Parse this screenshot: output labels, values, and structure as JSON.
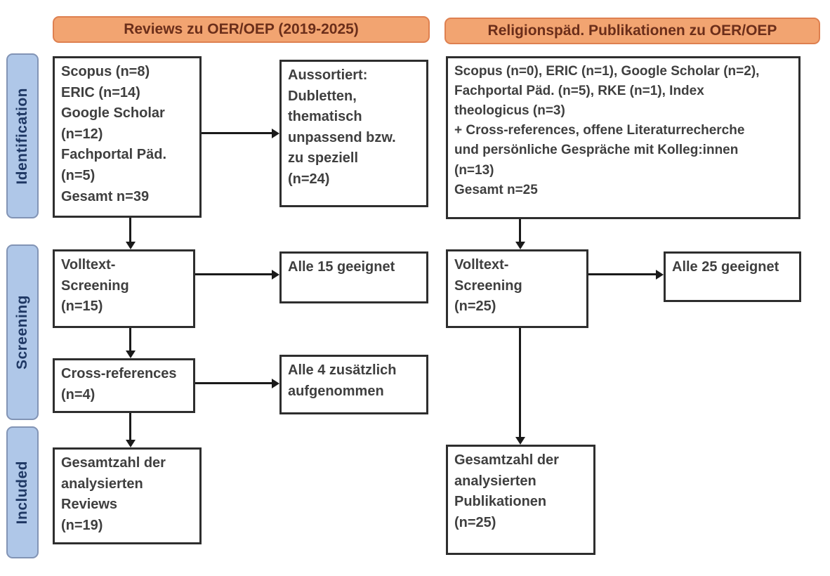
{
  "headers": {
    "left": "Reviews zu OER/OEP (2019-2025)",
    "right": "Religionspäd. Publikationen zu OER/OEP"
  },
  "sidebar": {
    "identification": "Identification",
    "screening": "Screening",
    "included": "Included"
  },
  "left_column": {
    "identification": "Scopus (n=8)\nERIC (n=14)\nGoogle Scholar\n(n=12)\nFachportal Päd.\n(n=5)\nGesamt n=39",
    "excluded": "Aussortiert:\nDubletten,\nthematisch\nunpassend bzw.\nzu speziell\n(n=24)",
    "screening": "Volltext-\nScreening\n(n=15)",
    "screening_result": "Alle 15 geeignet",
    "cross_references": "Cross-references\n(n=4)",
    "cross_references_result": "Alle 4 zusätzlich\naufgenommen",
    "included": "Gesamtzahl der\nanalysierten\nReviews\n(n=19)"
  },
  "right_column": {
    "identification": "Scopus (n=0), ERIC (n=1), Google Scholar (n=2),\nFachportal Päd. (n=5), RKE (n=1), Index\ntheologicus (n=3)\n+ Cross-references, offene Literaturrecherche\nund persönliche Gespräche mit Kolleg:innen\n(n=13)\nGesamt n=25",
    "screening": "Volltext-\nScreening\n(n=25)",
    "screening_result": "Alle 25 geeignet",
    "included": "Gesamtzahl der\nanalysierten\nPublikationen\n(n=25)"
  },
  "colors": {
    "header_fill": "#F2A471",
    "header_border": "#DE8050",
    "header_text": "#6B2E1A",
    "stage_fill": "#AFC7E8",
    "stage_border": "#8294B5",
    "stage_text": "#1F3864",
    "box_border": "#2E2E2E",
    "box_text": "#3F3F3F",
    "arrow": "#1A1A1A"
  }
}
